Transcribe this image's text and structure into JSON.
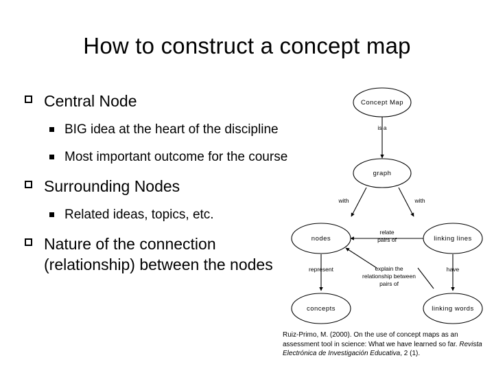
{
  "slide": {
    "title": "How to construct a concept map"
  },
  "outline": [
    {
      "level1": "Central Node",
      "sub": [
        "BIG idea at the heart of the discipline",
        "Most important outcome for the course"
      ]
    },
    {
      "level1": "Surrounding Nodes",
      "sub": [
        "Related ideas, topics, etc."
      ]
    },
    {
      "level1": "Nature of the connection (relationship) between the nodes",
      "sub": []
    }
  ],
  "concept_map": {
    "nodes": [
      {
        "id": "concept-map",
        "label": "Concept Map"
      },
      {
        "id": "graph",
        "label": "graph"
      },
      {
        "id": "nodes",
        "label": "nodes"
      },
      {
        "id": "linking-lines",
        "label": "linking lines"
      },
      {
        "id": "concepts",
        "label": "concepts"
      },
      {
        "id": "linking-words",
        "label": "linking words"
      }
    ],
    "edges": [
      {
        "from": "concept-map",
        "to": "graph",
        "label": "is a"
      },
      {
        "from": "graph",
        "to": "nodes",
        "label": "with"
      },
      {
        "from": "graph",
        "to": "linking-lines",
        "label": "with"
      },
      {
        "from": "linking-lines",
        "to": "nodes",
        "label": "relate pairs of"
      },
      {
        "from": "nodes",
        "to": "concepts",
        "label": "represent"
      },
      {
        "from": "linking-lines",
        "to": "linking-words",
        "label": "have"
      },
      {
        "from": "linking-words",
        "to": "nodes",
        "label": "explain the relationship between pairs of"
      }
    ],
    "edge_labels": {
      "is_a": "is a",
      "with_left": "with",
      "with_right": "with",
      "relate_line1": "relate",
      "relate_line2": "pairs of",
      "represent": "represent",
      "have": "have",
      "explain_line1": "explain the",
      "explain_line2": "relationship between",
      "explain_line3": "pairs of"
    }
  },
  "citation": {
    "part1": "Ruiz-Primo, M. (2000). On the use of concept maps as an assessment tool in science: What we have learned so far. ",
    "journal": "Revista Electrónica de Investigación Educativa",
    "part2": ", 2 (1)."
  },
  "colors": {
    "background": "#ffffff",
    "text": "#000000",
    "stroke": "#000000"
  }
}
